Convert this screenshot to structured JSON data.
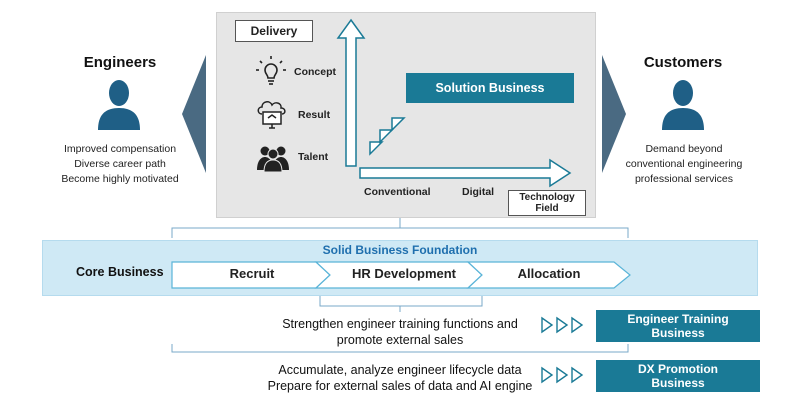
{
  "left": {
    "title": "Engineers",
    "lines": [
      "Improved compensation",
      "Diverse career path",
      "Become highly motivated"
    ]
  },
  "right": {
    "title": "Customers",
    "lines": [
      "Demand beyond",
      "conventional engineering",
      "professional services"
    ]
  },
  "center": {
    "delivery": "Delivery",
    "items": [
      {
        "label": "Concept",
        "icon": "lightbulb-icon"
      },
      {
        "label": "Result",
        "icon": "cloud-monitor-icon"
      },
      {
        "label": "Talent",
        "icon": "people-icon"
      }
    ],
    "solution": "Solution Business",
    "conventional": "Conventional",
    "digital": "Digital",
    "tech_field_line1": "Technology",
    "tech_field_line2": "Field"
  },
  "foundation": {
    "title": "Solid Business Foundation",
    "core": "Core Business",
    "steps": [
      "Recruit",
      "HR Development",
      "Allocation"
    ]
  },
  "bottom": {
    "row1": {
      "line1": "Strengthen engineer training functions and",
      "line2": "promote external sales",
      "box_line1": "Engineer Training",
      "box_line2": "Business"
    },
    "row2": {
      "line1": "Accumulate, analyze engineer lifecycle data",
      "line2": "Prepare for external sales of data and AI engine",
      "box_line1": "DX Promotion",
      "box_line2": "Business"
    }
  },
  "colors": {
    "teal": "#1a7a96",
    "slate": "#4a6a82",
    "light_blue": "#cfe9f5",
    "gray_panel": "#e6e6e6"
  }
}
